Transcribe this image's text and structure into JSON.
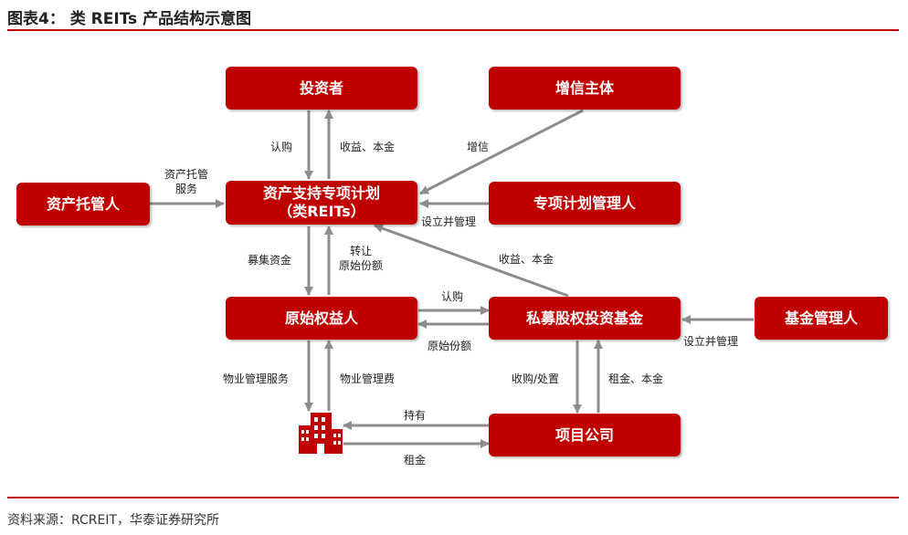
{
  "header": {
    "title": "图表4：   类 REITs 产品结构示意图"
  },
  "source": "资料来源：RCREIT，华泰证券研究所",
  "boxes": {
    "investor": "投资者",
    "credit_enhancer": "增信主体",
    "custodian": "资产托管人",
    "abs_plan_line1": "资产支持专项计划",
    "abs_plan_line2": "（类REITs）",
    "plan_manager": "专项计划管理人",
    "original_owner": "原始权益人",
    "private_fund": "私募股权投资基金",
    "fund_manager": "基金管理人",
    "project_company": "项目公司"
  },
  "labels": {
    "subscribe_investor": "认购",
    "income_principal_investor": "收益、本金",
    "credit_enhance": "增信",
    "custody_service_line1": "资产托管",
    "custody_service_line2": "服务",
    "establish_manage_plan": "设立并管理",
    "income_principal_fund": "收益、本金",
    "raise_funds": "募集资金",
    "transfer_line1": "转让",
    "transfer_line2": "原始份额",
    "subscribe_fund": "认购",
    "original_share": "原始份额",
    "establish_manage_fund": "设立并管理",
    "property_service": "物业管理服务",
    "property_fee": "物业管理费",
    "acquire_dispose": "收购/处置",
    "rent_principal": "租金、本金",
    "hold": "持有",
    "rent": "租金"
  },
  "colors": {
    "box": "#c00000",
    "arrow": "#8c8c8c",
    "rule": "#c00000"
  },
  "icons": {
    "building": "building-icon"
  }
}
